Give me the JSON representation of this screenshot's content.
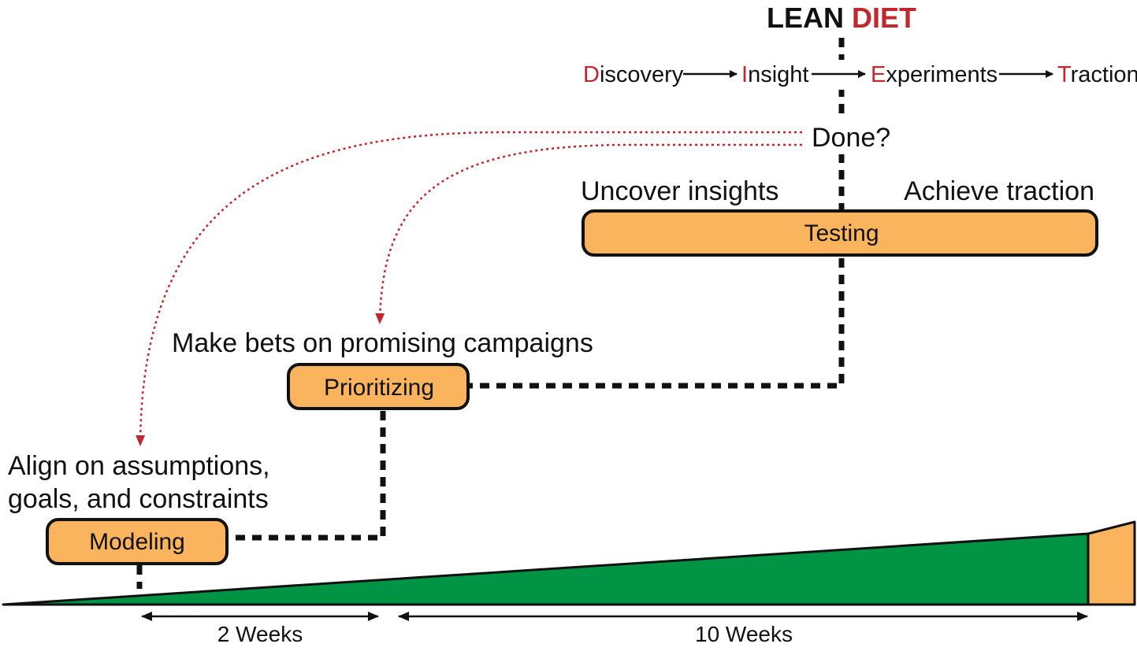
{
  "title": {
    "prefix": "LEAN",
    "highlight": "DIET"
  },
  "flow": [
    {
      "initial": "D",
      "rest": "iscovery"
    },
    {
      "initial": "I",
      "rest": "nsight"
    },
    {
      "initial": "E",
      "rest": "xperiments"
    },
    {
      "initial": "T",
      "rest": "raction"
    }
  ],
  "done_label": "Done?",
  "stages": {
    "testing": {
      "box": "Testing",
      "note_left": "Uncover insights",
      "note_right": "Achieve traction"
    },
    "prioritizing": {
      "box": "Prioritizing",
      "note": "Make bets on promising campaigns"
    },
    "modeling": {
      "box": "Modeling",
      "note_line1": "Align on assumptions,",
      "note_line2": "goals, and constraints"
    }
  },
  "durations": {
    "first": "2 Weeks",
    "second": "10 Weeks"
  },
  "colors": {
    "accent": "#c1272d",
    "box_fill": "#fbb45e",
    "ramp": "#009444",
    "ink": "#111111"
  }
}
